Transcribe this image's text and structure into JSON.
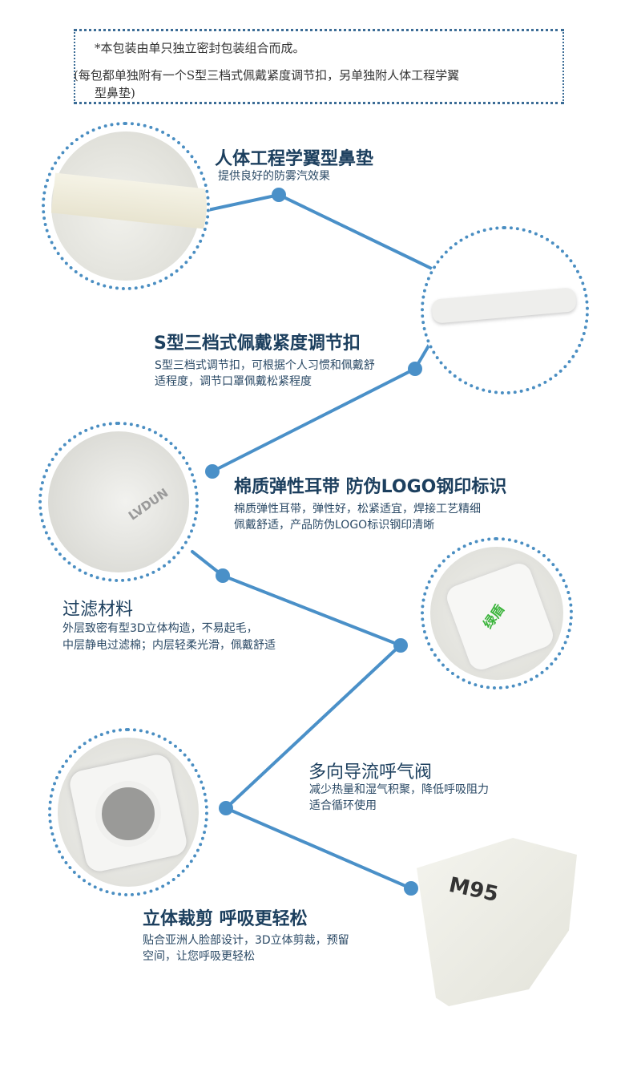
{
  "notice": {
    "line1": "*本包装由单只独立密封包装组合而成。",
    "line2": "(每包都单独附有一个S型三档式佩戴紧度调节扣，另单独附人体工程学翼",
    "line3": "型鼻垫)"
  },
  "features": [
    {
      "title": "人体工程学翼型鼻垫",
      "desc": [
        "提供良好的防雾汽效果"
      ],
      "image": "nose-pad"
    },
    {
      "title": "S型三档式佩戴紧度调节扣",
      "desc": [
        "S型三档式调节扣，可根据个人习惯和佩戴舒",
        "适程度，调节口罩佩戴松紧程度"
      ],
      "image": "s-buckle"
    },
    {
      "title": "棉质弹性耳带 防伪LOGO钢印标识",
      "desc": [
        "棉质弹性耳带，弹性好，松紧适宜，焊接工艺精细",
        "佩戴舒适，产品防伪LOGO标识钢印清晰"
      ],
      "image": "ear-loop-logo",
      "logo_text": "LVDUN"
    },
    {
      "title": "过滤材料",
      "desc": [
        "外层致密有型3D立体构造，不易起毛，",
        "中层静电过滤棉；内层轻柔光滑，佩戴舒适"
      ],
      "image": "valve-cover",
      "brand_text": "绿盾"
    },
    {
      "title": "多向导流呼气阀",
      "desc": [
        "减少热量和湿气积聚，降低呼吸阻力",
        "适合循环使用"
      ],
      "image": "valve-inner"
    },
    {
      "title": "立体裁剪 呼吸更轻松",
      "desc": [
        "贴合亚洲人脸部设计，3D立体剪裁，预留",
        "空间，让您呼吸更轻松"
      ],
      "image": "m95-mask",
      "mask_text": "M95"
    }
  ],
  "colors": {
    "accent": "#4a90c8",
    "title": "#1c3f5e",
    "brand_green": "#3bb43b"
  }
}
